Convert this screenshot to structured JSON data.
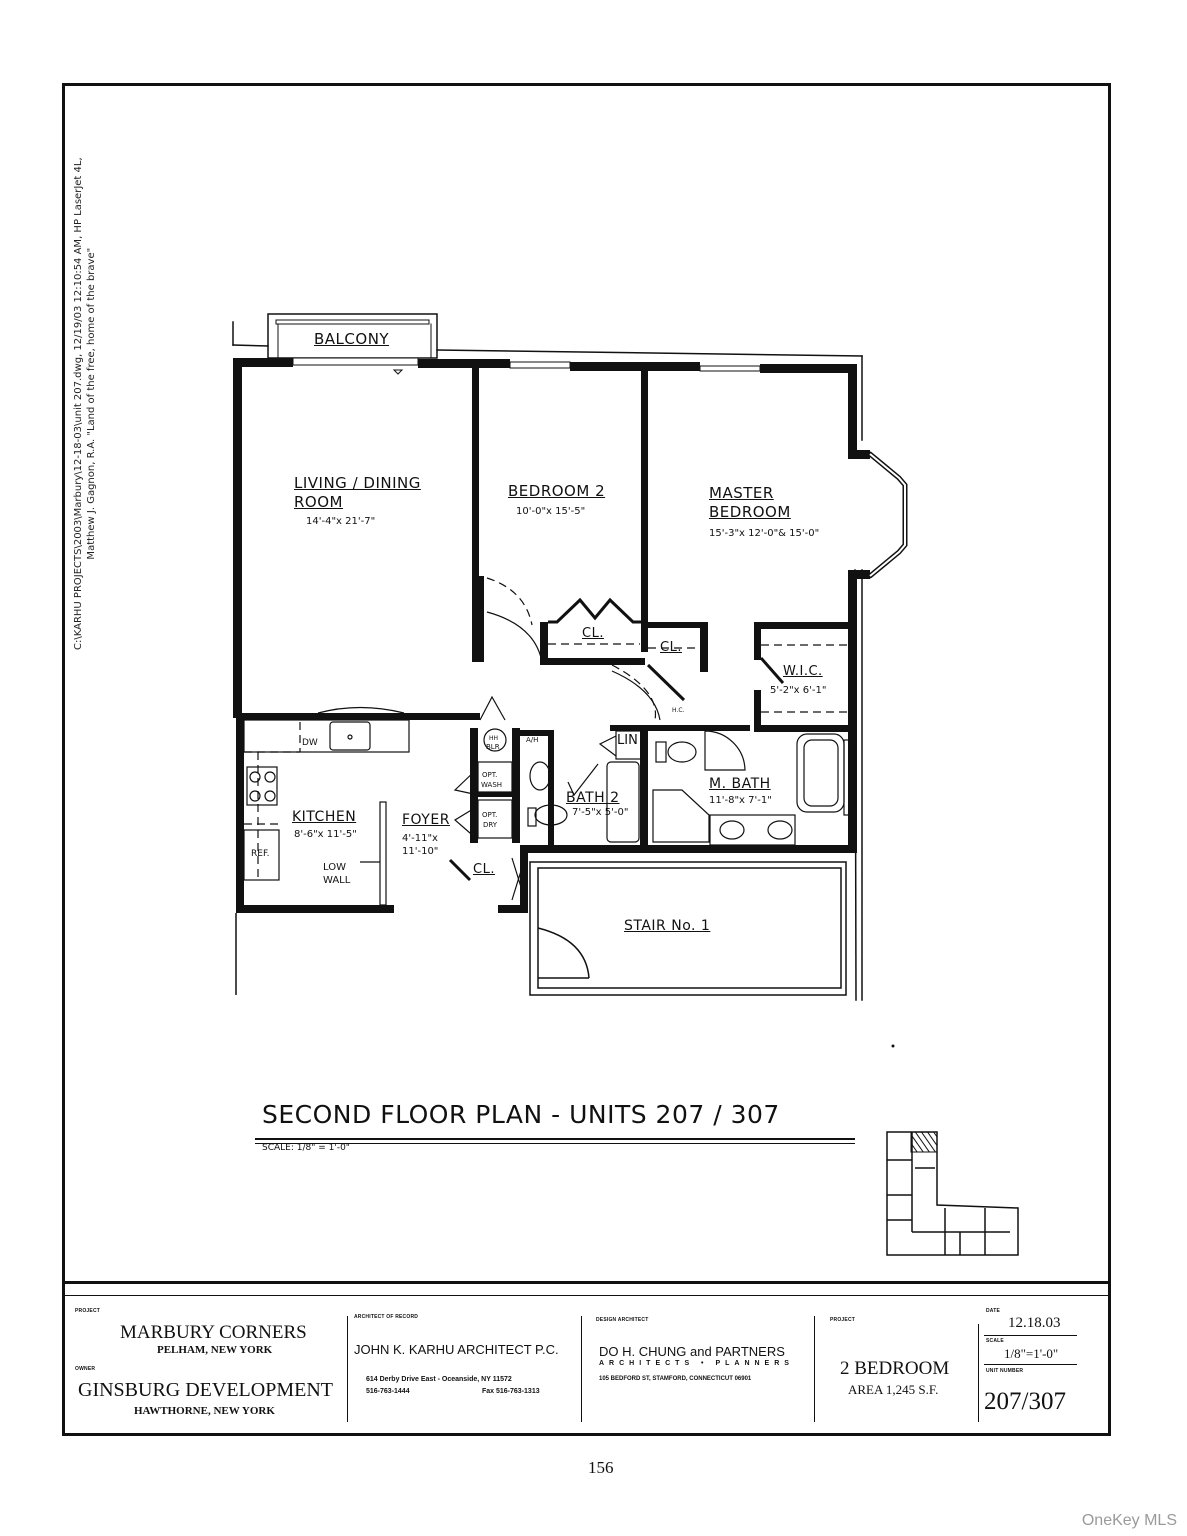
{
  "side_note": {
    "line1": "C:\\KARHU PROJECTS\\2003\\Marbury\\12-18-03\\unit 207.dwg, 12/19/03 12:10:54 AM, HP LaserJet 4L,",
    "line2": "Matthew J. Gagnon, R.A. \"Land of the free, home of the brave\""
  },
  "rooms": {
    "balcony": {
      "label": "BALCONY"
    },
    "living_dining": {
      "label_line1": "LIVING / DINING",
      "label_line2": "ROOM",
      "dim": "14'-4\"x 21'-7\""
    },
    "bedroom2": {
      "label": "BEDROOM 2",
      "dim": "10'-0\"x 15'-5\""
    },
    "master_bedroom": {
      "label_line1": "MASTER",
      "label_line2": "BEDROOM",
      "dim": "15'-3\"x 12'-0\"& 15'-0\""
    },
    "closet1": {
      "label": "CL."
    },
    "closet2": {
      "label": "CL."
    },
    "closet3": {
      "label": "CL."
    },
    "wic": {
      "label": "W.I.C.",
      "dim": "5'-2\"x 6'-1\""
    },
    "hc": {
      "label": "H.C."
    },
    "kitchen": {
      "label": "KITCHEN",
      "dim": "8'-6\"x 11'-5\""
    },
    "foyer": {
      "label": "FOYER",
      "dim_line1": "4'-11\"x",
      "dim_line2": "11'-10\""
    },
    "low_wall": {
      "line1": "LOW",
      "line2": "WALL"
    },
    "dw": {
      "label": "DW"
    },
    "ref": {
      "label": "REF."
    },
    "hw_blr": {
      "line1": "HH",
      "line2": "BLR"
    },
    "ah": {
      "label": "A/H"
    },
    "opt_wash": {
      "line1": "OPT.",
      "line2": "WASH"
    },
    "opt_dry": {
      "line1": "OPT.",
      "line2": "DRY"
    },
    "lin": {
      "label": "LIN"
    },
    "bath2": {
      "label": "BATH 2",
      "dim": "7'-5\"x 5'-0\""
    },
    "master_bath": {
      "label": "M. BATH",
      "dim": "11'-8\"x 7'-1\""
    },
    "stair": {
      "label": "STAIR No. 1"
    }
  },
  "plan_title": "SECOND FLOOR PLAN - UNITS 207 / 307",
  "plan_scale": "SCALE: 1/8\" = 1'-0\"",
  "title_block": {
    "project_caption": "PROJECT",
    "project_name": "MARBURY CORNERS",
    "project_location": "PELHAM, NEW YORK",
    "owner_caption": "OWNER",
    "owner_name": "GINSBURG DEVELOPMENT",
    "owner_location": "HAWTHORNE, NEW YORK",
    "architect_caption": "ARCHITECT OF RECORD",
    "architect_name": "JOHN K. KARHU ARCHITECT P.C.",
    "architect_address": "614 Derby Drive East - Oceanside, NY 11572",
    "architect_phone": "516-763-1444",
    "architect_fax": "Fax 516-763-1313",
    "design_caption": "DESIGN ARCHITECT",
    "design_name": "DO H. CHUNG and PARTNERS",
    "design_sub": "ARCHITECTS • PLANNERS",
    "design_address": "105 BEDFORD ST, STAMFORD, CONNECTICUT 06901",
    "unit_caption": "PROJECT",
    "unit_type": "2 BEDROOM",
    "unit_area": "AREA 1,245 S.F.",
    "date_caption": "DATE",
    "date": "12.18.03",
    "scale_caption": "SCALE",
    "scale": "1/8\"=1'-0\"",
    "unit_number_caption": "UNIT NUMBER",
    "unit_number": "207/307"
  },
  "page_number": "156",
  "watermark": "OneKey MLS"
}
